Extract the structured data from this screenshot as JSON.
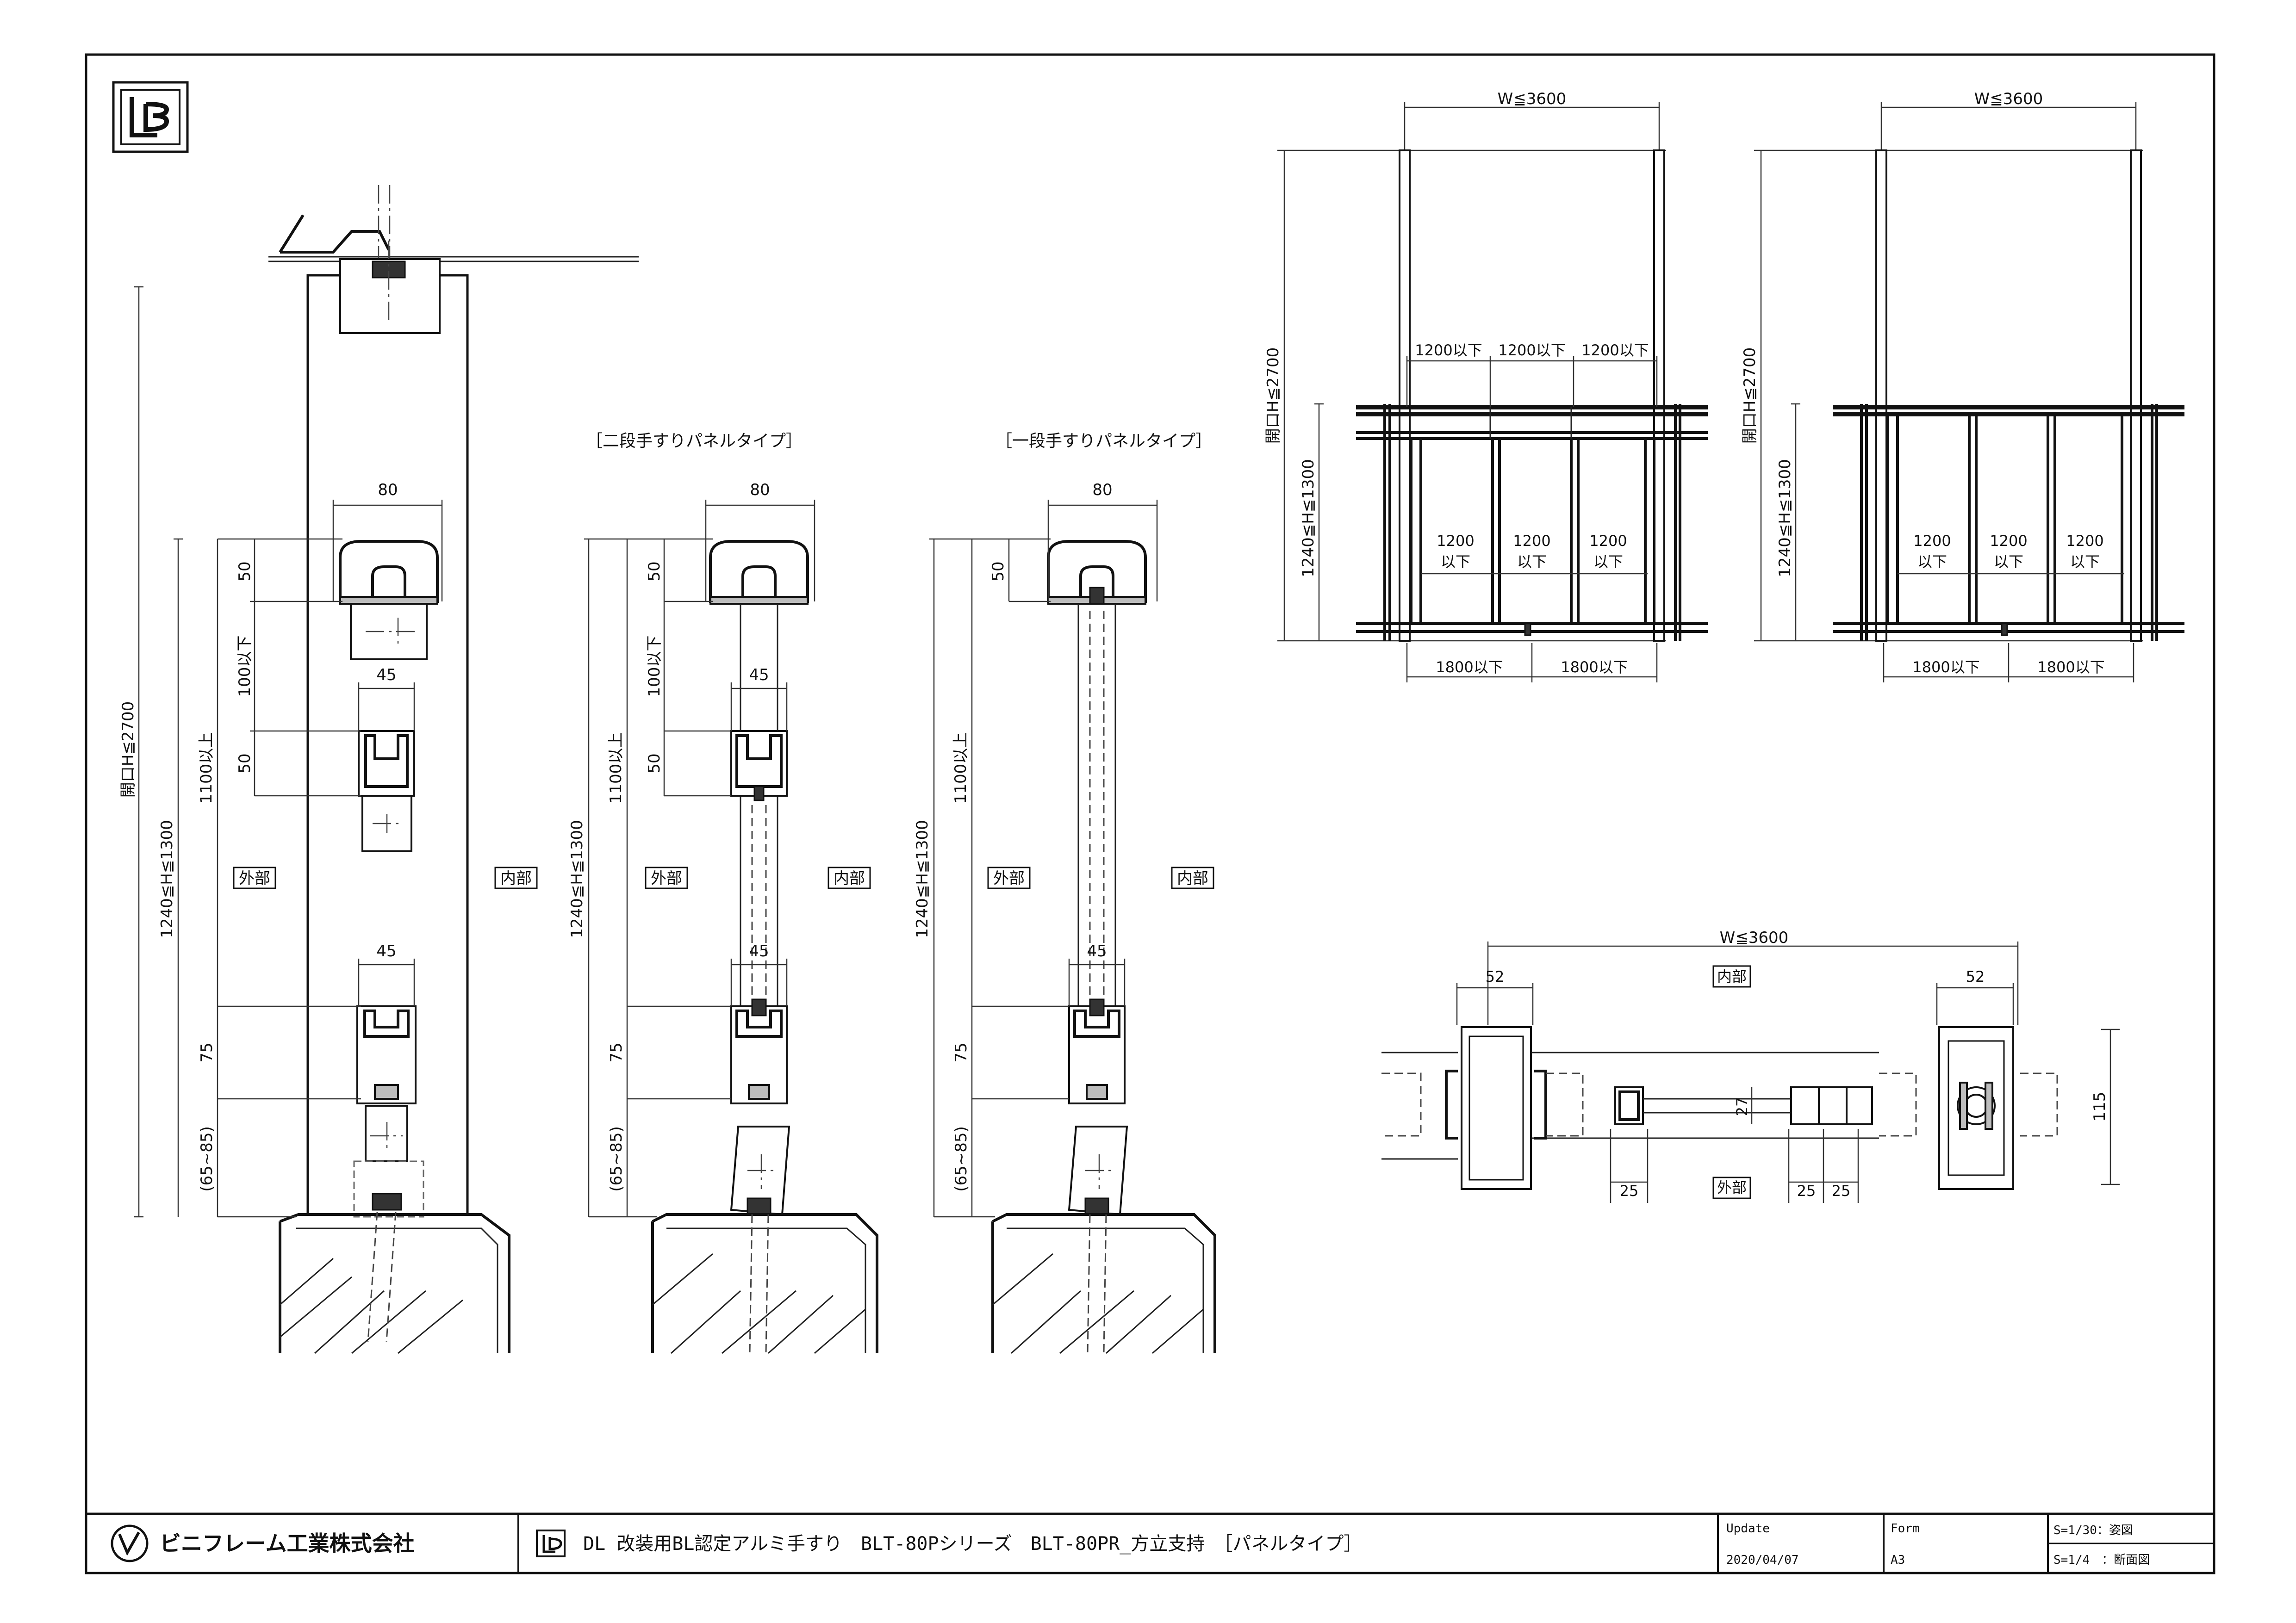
{
  "drawing": {
    "sections": {
      "left": {
        "w80": "80",
        "h50": "50",
        "h100": "100以下",
        "w45a": "45",
        "h50b": "50",
        "h1100": "1100以上",
        "h1240": "1240≦H≦1300",
        "opening": "開口H≦2700",
        "ext": "外部",
        "int": "内部",
        "w45b": "45",
        "h75": "75",
        "base": "(65~85)"
      },
      "two": {
        "title": "［二段手すりパネルタイプ］",
        "w80": "80",
        "h50": "50",
        "h100": "100以下",
        "w45a": "45",
        "h50b": "50",
        "h1100": "1100以上",
        "h1240": "1240≦H≦1300",
        "ext": "外部",
        "int": "内部",
        "w45b": "45",
        "h75": "75",
        "base": "(65~85)"
      },
      "one": {
        "title": "［一段手すりパネルタイプ］",
        "w80": "80",
        "h50": "50",
        "h1100": "1100以上",
        "h1240": "1240≦H≦1300",
        "ext": "外部",
        "int": "内部",
        "w45b": "45",
        "h75": "75",
        "base": "(65~85)"
      }
    },
    "elevations": {
      "a": {
        "w": "W≦3600",
        "opening": "開口H≦2700",
        "h1240": "1240≦H≦1300",
        "top1": "1200以下",
        "top2": "1200以下",
        "top3": "1200以下",
        "p1a": "1200",
        "p1b": "以下",
        "p2a": "1200",
        "p2b": "以下",
        "p3a": "1200",
        "p3b": "以下",
        "b1": "1800以下",
        "b2": "1800以下"
      },
      "b": {
        "w": "W≦3600",
        "opening": "開口H≦2700",
        "h1240": "1240≦H≦1300",
        "p1a": "1200",
        "p1b": "以下",
        "p2a": "1200",
        "p2b": "以下",
        "p3a": "1200",
        "p3b": "以下",
        "b1": "1800以下",
        "b2": "1800以下"
      }
    },
    "plan": {
      "w": "W≦3600",
      "int": "内部",
      "ext": "外部",
      "d52a": "52",
      "d52b": "52",
      "d27": "27",
      "d115": "115",
      "d25a": "25",
      "d25b": "25",
      "d25c": "25"
    }
  },
  "titleblock": {
    "company": "ビニフレーム工業株式会社",
    "title": "DL 改装用BL認定アルミ手すり　BLT-80Pシリーズ　BLT-80PR_方立支持　［パネルタイプ］",
    "update_label": "Update",
    "update_value": "2020/04/07",
    "form_label": "Form",
    "form_value": "A3",
    "scale1": "S=1/30：姿図",
    "scale2": "S=1/4　：断面図"
  },
  "icons": {
    "logo": "lb-logo-icon",
    "company_mark": "vf-mark-icon"
  }
}
